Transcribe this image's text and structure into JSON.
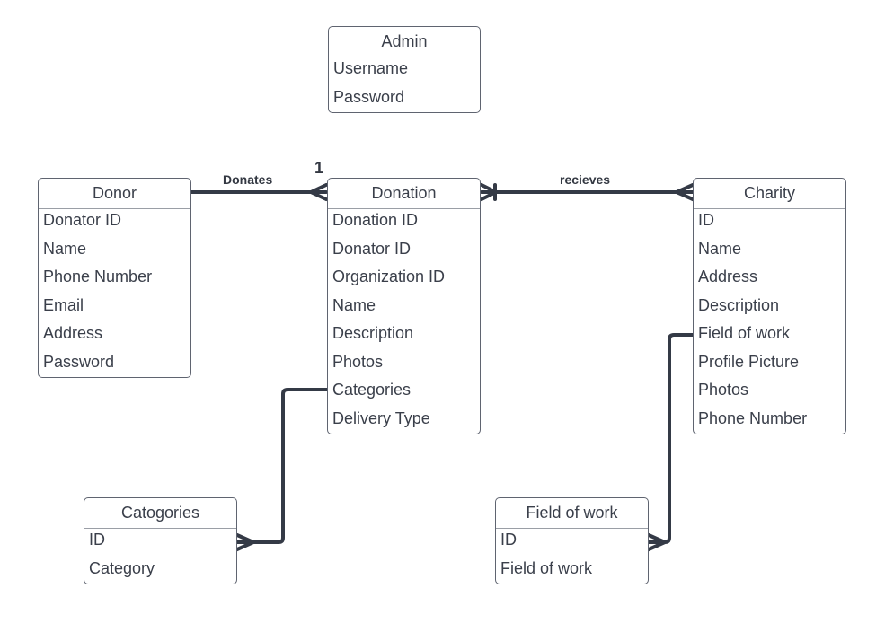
{
  "entities": {
    "admin": {
      "title": "Admin",
      "attributes": [
        "Username",
        "Password"
      ]
    },
    "donor": {
      "title": "Donor",
      "attributes": [
        "Donator ID",
        "Name",
        "Phone Number",
        "Email",
        "Address",
        "Password"
      ]
    },
    "donation": {
      "title": "Donation",
      "attributes": [
        "Donation ID",
        "Donator ID",
        "Organization ID",
        "Name",
        "Description",
        "Photos",
        "Categories",
        "Delivery Type"
      ]
    },
    "charity": {
      "title": "Charity",
      "attributes": [
        "ID",
        "Name",
        "Address",
        "Description",
        "Field of work",
        "Profile Picture",
        "Photos",
        "Phone Number"
      ]
    },
    "catogories": {
      "title": "Catogories",
      "attributes": [
        "ID",
        "Category"
      ]
    },
    "field_of_work": {
      "title": "Field of work",
      "attributes": [
        "ID",
        "Field of work"
      ]
    }
  },
  "relationships": {
    "donates": {
      "label": "Donates",
      "cardinality": "1"
    },
    "recieves": {
      "label": "recieves"
    }
  },
  "colors": {
    "line": "#343a46",
    "border": "#5f6470"
  }
}
